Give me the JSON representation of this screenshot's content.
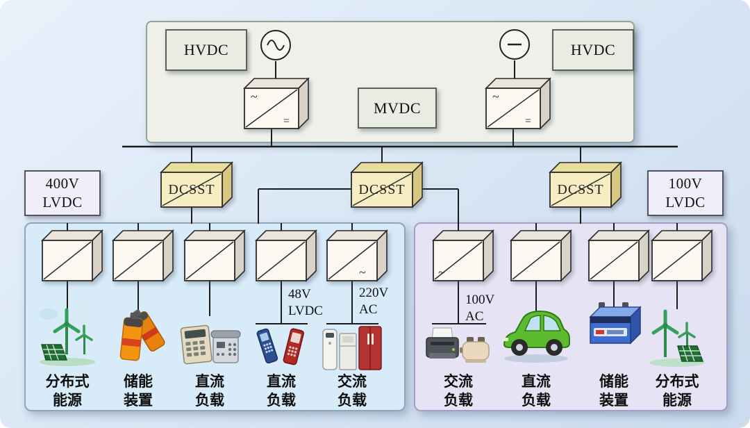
{
  "top_section": {
    "hvdc_left": "HVDC",
    "mvdc": "MVDC",
    "hvdc_right": "HVDC",
    "ac_source_icon": "ac-sine-source",
    "dc_source_icon": "dc-source"
  },
  "distribution": {
    "dcsst_left": "DCSST",
    "dcsst_center": "DCSST",
    "dcsst_right": "DCSST",
    "bus_left_label": "400V\nLVDC",
    "bus_right_label": "100V\nLVDC"
  },
  "left_panel": {
    "labels": {
      "lvdc48": "48V\nLVDC",
      "ac220": "220V\nAC"
    },
    "captions": [
      "分布式\n能源",
      "储能\n装置",
      "直流\n负载",
      "直流\n负载",
      "交流\n负载"
    ],
    "icons": [
      "wind-turbine-solar",
      "battery-bank",
      "calculator-and-phone",
      "mobile-phones",
      "fridge-and-appliances"
    ]
  },
  "right_panel": {
    "labels": {
      "ac100": "100V\nAC"
    },
    "captions": [
      "交流\n负载",
      "直流\n负载",
      "储能\n装置",
      "分布式\n能源"
    ],
    "icons": [
      "printer-and-toaster",
      "electric-car",
      "car-battery",
      "wind-turbine-solar"
    ]
  },
  "colors": {
    "background": "#d9e6f4",
    "top_box": "#eef0e9",
    "left_panel": "#d7ebf8",
    "right_panel": "#e6e4f4",
    "dcsst_fill": "#f6eec2",
    "converter_fill": "#fbf8f2",
    "label_fill": "#f0eff9",
    "line": "#1b1b1b"
  }
}
